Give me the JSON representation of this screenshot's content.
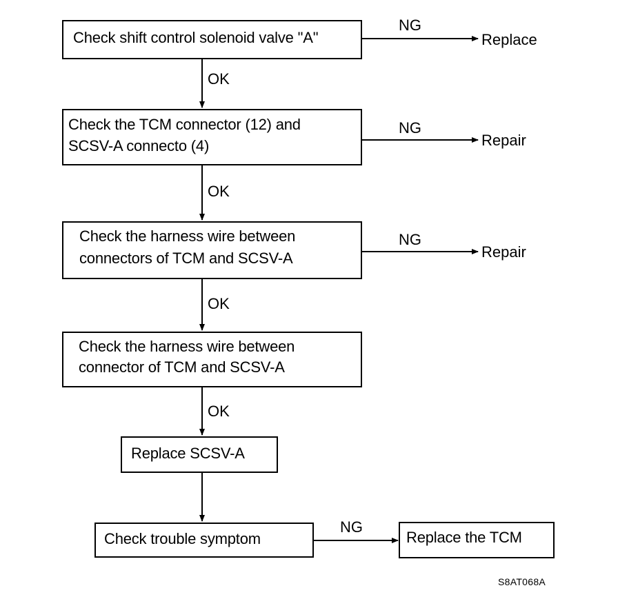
{
  "steps": {
    "s1": {
      "text": "Check shift control solenoid valve \"A\"",
      "ng_label": "NG",
      "result": "Replace"
    },
    "s2": {
      "line1": "Check the TCM connector (12) and",
      "line2": "SCSV-A connecto (4)",
      "ng_label": "NG",
      "result": "Repair"
    },
    "s3": {
      "line1": "Check the harness wire between",
      "line2": "connectors of TCM and SCSV-A",
      "ng_label": "NG",
      "result": "Repair"
    },
    "s4": {
      "line1": "Check the harness wire between",
      "line2": "connector of TCM and SCSV-A"
    },
    "s5": {
      "text": "Replace SCSV-A"
    },
    "s6": {
      "text": "Check trouble symptom",
      "ng_label": "NG"
    },
    "s7": {
      "text": "Replace the TCM"
    }
  },
  "ok_labels": [
    "OK",
    "OK",
    "OK",
    "OK"
  ],
  "figure_code": "S8AT068A"
}
